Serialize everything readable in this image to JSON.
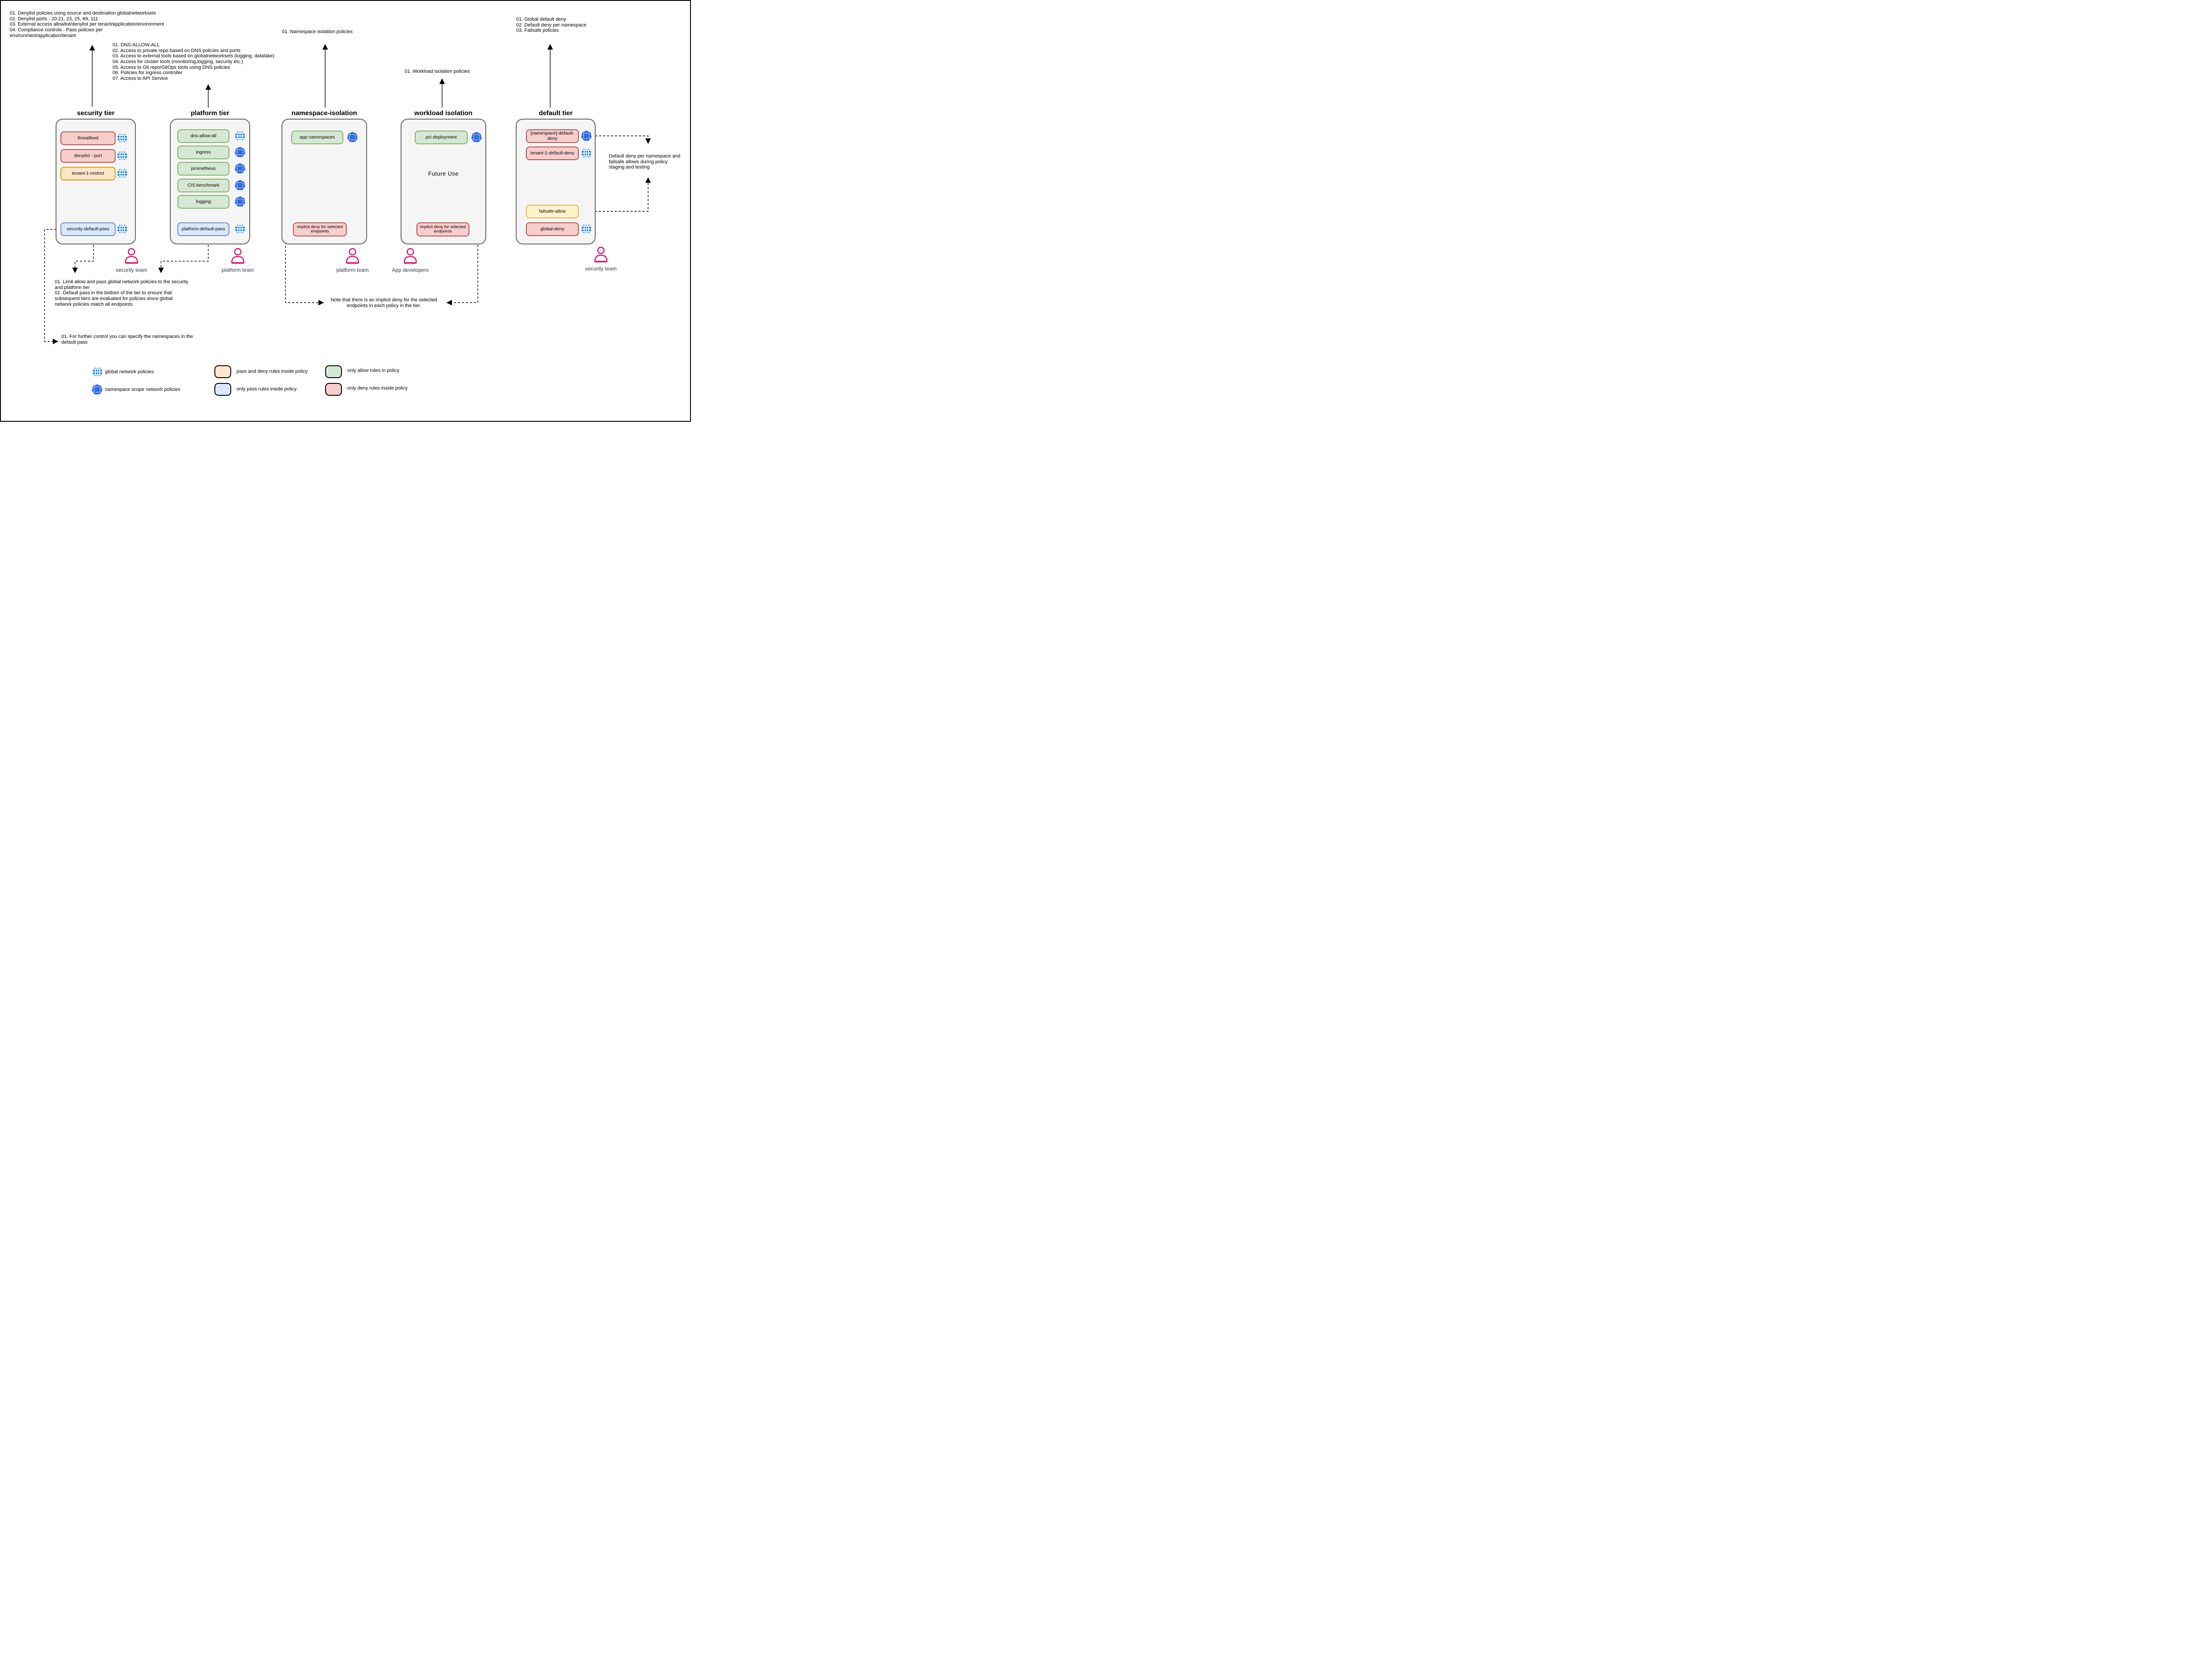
{
  "notes": {
    "security_list": "01. Denylist policies using source and destination globalnetworksets\n02. Denylist ports - 20:21, 23, 25, 69, 111\n03. External access allowlist/denylist per tenant/application/environment\n04. Compliance controls - Pass policies per\nenvironment/application/tenant",
    "platform_list": "01. DNS-ALLOW-ALL\n02. Access to private repo based on DNS policies and ports\n03. Access to external tools based on globalnetworksets (logging, datalake)\n04. Access for cluster tools (monitoring,logging, security etc.)\n05. Access to Git repo/GitOps tools using DNS policies\n06. Policies for ingress controller\n07. Access to API Service",
    "namespace_note": "01. Namespace isolation policies",
    "workload_note": "01. Workload isolation policies",
    "default_list": "01. Global default deny\n02. Default deny per namespace\n03. Failsafe policies",
    "limit_pass_note": "01. Limit allow and pass global network policies to the security\nand platform tier\n02. Default pass in the bottom of the tier to ensure that\nsubsequent tiers are evaluated for policies since global\nnetwork policies match all endpoints",
    "further_control_note": "01. For further control you can specify the namespaces in the\ndefault pass",
    "implicit_deny_note": "Note that there is an implicit deny for the selected\nendpoints in each policy in the tier.",
    "staging_note": "Default deny per namespace and\nfailsafe allows during policy\nstaging and testing"
  },
  "tiers": {
    "security": {
      "title": "security tier",
      "policies": {
        "threatfeed": "threatfeed",
        "denylist_port": "denylist - port",
        "tenant1_restrict": "tenant-1-restrict",
        "default_pass": "security-default-pass"
      },
      "team": "security team"
    },
    "platform": {
      "title": "platform tier",
      "policies": {
        "dns_allow_all": "dns-allow-all",
        "ingress": "ingress",
        "prometheus": "prometheus",
        "cis_benchmark": "CIS benchmark",
        "logging": "logging",
        "default_pass": "platform-default-pass"
      },
      "team": "platform team"
    },
    "namespace_isolation": {
      "title": "namespace-isolation",
      "policies": {
        "app_namespaces": "app namespaces",
        "implicit_deny": "implicit deny for selected\nendpoints"
      },
      "team": "platform team"
    },
    "workload_isolation": {
      "title": "workload isolation",
      "policies": {
        "pci_deployment": "pci deployment",
        "implicit_deny": "implicit deny for selected\nendpoints"
      },
      "center_label": "Future Use",
      "team": "App developers"
    },
    "default": {
      "title": "default tier",
      "policies": {
        "namespace_default_deny": "[namespace]-default-deny",
        "tenant1_default_deny": "tenant-1-default-deny",
        "failsafe_allow": "failsafe-allow",
        "global_deny": "global-deny"
      },
      "team": "security team"
    }
  },
  "legend": {
    "global_network_policies": "global network policies",
    "namespace_scope": "namespace scope network policies",
    "pass_and_deny": "pass and deny rules inside policy",
    "only_pass": "only pass rules inside policy",
    "only_allow": "only allow rules in policy",
    "only_deny": "only deny rules inside policy"
  },
  "icons": {
    "globe": "global network policy",
    "namespace": "namespace scope network policy",
    "person": "team user"
  },
  "colors": {
    "deny_fill": "#f8cecc",
    "deny_stroke": "#b85450",
    "pass_deny_fill": "#ffe6cc",
    "pass_deny_stroke": "#d79b00",
    "pass_fill": "#dae8fc",
    "pass_stroke": "#6c8ebf",
    "allow_fill": "#d5e8d4",
    "allow_stroke": "#82b366",
    "failsafe_fill": "#fff2cc",
    "failsafe_stroke": "#d6b656",
    "tier_fill": "#f5f5f5",
    "tier_stroke": "#666666",
    "globe_icon": "#1283e8",
    "namespace_icon": "#2f6ce5",
    "person_icon": "#dc0a6e",
    "team_label": "#2f3b4c"
  }
}
